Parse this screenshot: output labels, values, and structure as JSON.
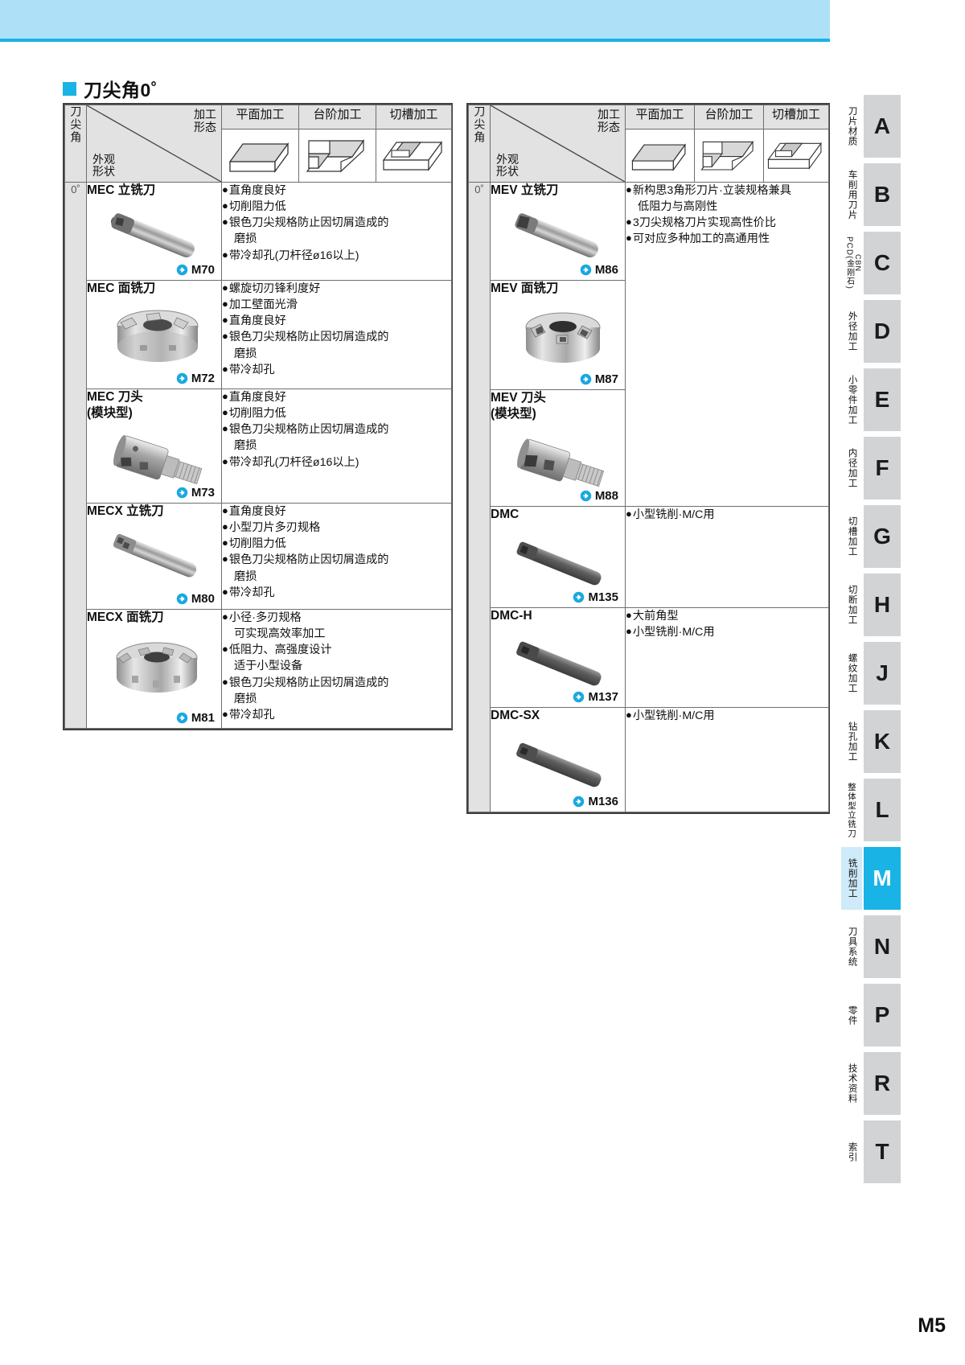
{
  "page": {
    "number": "M5"
  },
  "section": {
    "title": "刀尖角0˚",
    "marker_color": "#19b3e6"
  },
  "table_header": {
    "angle_label": "刀尖角",
    "diag_top": "加工\n形态",
    "diag_top_line1": "加工",
    "diag_top_line2": "形态",
    "diag_bot_line1": "外观",
    "diag_bot_line2": "形状",
    "op_columns": [
      "平面加工",
      "台阶加工",
      "切槽加工"
    ],
    "op_icons": [
      "flat-block-icon",
      "step-block-icon",
      "slot-block-icon"
    ]
  },
  "left_table": {
    "angle_value": "0˚",
    "rows": [
      {
        "name": "MEC 立铣刀",
        "ref": "M70",
        "art": "endmill-shank",
        "features": [
          {
            "bullet": true,
            "text": "直角度良好"
          },
          {
            "bullet": true,
            "text": "切削阻力低"
          },
          {
            "bullet": true,
            "text": "银色刀尖规格防止因切屑造成的"
          },
          {
            "bullet": false,
            "text": "磨损"
          },
          {
            "bullet": true,
            "text": "带冷却孔(刀杆径ø16以上)"
          }
        ]
      },
      {
        "name": "MEC 面铣刀",
        "ref": "M72",
        "art": "face-mill",
        "features": [
          {
            "bullet": true,
            "text": "螺旋切刃锋利度好"
          },
          {
            "bullet": true,
            "text": "加工壁面光滑"
          },
          {
            "bullet": true,
            "text": "直角度良好"
          },
          {
            "bullet": true,
            "text": "银色刀尖规格防止因切屑造成的"
          },
          {
            "bullet": false,
            "text": "磨损"
          },
          {
            "bullet": true,
            "text": "带冷却孔"
          }
        ]
      },
      {
        "name": "MEC 刀头",
        "name2": "(模块型)",
        "ref": "M73",
        "art": "modular-head",
        "features": [
          {
            "bullet": true,
            "text": "直角度良好"
          },
          {
            "bullet": true,
            "text": "切削阻力低"
          },
          {
            "bullet": true,
            "text": "银色刀尖规格防止因切屑造成的"
          },
          {
            "bullet": false,
            "text": "磨损"
          },
          {
            "bullet": true,
            "text": "带冷却孔(刀杆径ø16以上)"
          }
        ]
      },
      {
        "name": "MECX 立铣刀",
        "ref": "M80",
        "art": "endmill-shank2",
        "features": [
          {
            "bullet": true,
            "text": "直角度良好"
          },
          {
            "bullet": true,
            "text": "小型刀片多刃规格"
          },
          {
            "bullet": true,
            "text": "切削阻力低"
          },
          {
            "bullet": true,
            "text": "银色刀尖规格防止因切屑造成的"
          },
          {
            "bullet": false,
            "text": "磨损"
          },
          {
            "bullet": true,
            "text": "带冷却孔"
          }
        ]
      },
      {
        "name": "MECX 面铣刀",
        "ref": "M81",
        "art": "face-mill2",
        "features": [
          {
            "bullet": true,
            "text": "小径·多刃规格"
          },
          {
            "bullet": false,
            "text": "可实现高效率加工"
          },
          {
            "bullet": true,
            "text": "低阻力、高强度设计"
          },
          {
            "bullet": false,
            "text": "适于小型设备"
          },
          {
            "bullet": true,
            "text": "银色刀尖规格防止因切屑造成的"
          },
          {
            "bullet": false,
            "text": "磨损"
          },
          {
            "bullet": true,
            "text": "带冷却孔"
          }
        ]
      }
    ]
  },
  "right_table": {
    "angle_value": "0˚",
    "rows": [
      {
        "name": "MEV 立铣刀",
        "ref": "M86",
        "art": "endmill-shank",
        "features": [
          {
            "bullet": true,
            "text": "新构思3角形刀片·立装规格兼具"
          },
          {
            "bullet": false,
            "text": "低阻力与高刚性"
          },
          {
            "bullet": true,
            "text": "3刀尖规格刀片实现高性价比"
          },
          {
            "bullet": true,
            "text": "可对应多种加工的高通用性"
          }
        ]
      },
      {
        "name": "MEV 面铣刀",
        "ref": "M87",
        "art": "face-mill3",
        "features": []
      },
      {
        "name": "MEV 刀头",
        "name2": "(模块型)",
        "ref": "M88",
        "art": "modular-head2",
        "features": []
      },
      {
        "name": "DMC",
        "ref": "M135",
        "art": "dark-endmill",
        "features": [
          {
            "bullet": true,
            "text": "小型铣削·M/C用"
          }
        ]
      },
      {
        "name": "DMC-H",
        "ref": "M137",
        "art": "dark-endmill2",
        "features": [
          {
            "bullet": true,
            "text": "大前角型"
          },
          {
            "bullet": true,
            "text": "小型铣削·M/C用"
          }
        ]
      },
      {
        "name": "DMC-SX",
        "ref": "M136",
        "art": "dark-endmill3",
        "features": [
          {
            "bullet": true,
            "text": "小型铣削·M/C用"
          }
        ]
      }
    ]
  },
  "sidebar": {
    "active_letter": "M",
    "items": [
      {
        "letter": "A",
        "label": "刀片材质",
        "vertical": true
      },
      {
        "letter": "B",
        "label": "车削用刀片",
        "vertical": true
      },
      {
        "letter": "C",
        "label": "CBN PCD(金刚石)",
        "label_main": "PCD(金刚石)",
        "label_sub": "CBN",
        "vertical": true
      },
      {
        "letter": "D",
        "label": "外径加工",
        "vertical": true
      },
      {
        "letter": "E",
        "label": "小零件加工",
        "vertical": true
      },
      {
        "letter": "F",
        "label": "内径加工",
        "vertical": true
      },
      {
        "letter": "G",
        "label": "切槽加工",
        "vertical": true
      },
      {
        "letter": "H",
        "label": "切断加工",
        "vertical": true
      },
      {
        "letter": "J",
        "label": "螺纹加工",
        "vertical": true
      },
      {
        "letter": "K",
        "label": "钻孔加工",
        "vertical": true
      },
      {
        "letter": "L",
        "label": "整体型立铣刀",
        "vertical": true
      },
      {
        "letter": "M",
        "label": "铣削加工",
        "vertical": true
      },
      {
        "letter": "N",
        "label": "刀具系统",
        "vertical": true
      },
      {
        "letter": "P",
        "label": "零件",
        "vertical": true
      },
      {
        "letter": "R",
        "label": "技术资料",
        "vertical": true
      },
      {
        "letter": "T",
        "label": "索引",
        "vertical": true
      }
    ]
  }
}
